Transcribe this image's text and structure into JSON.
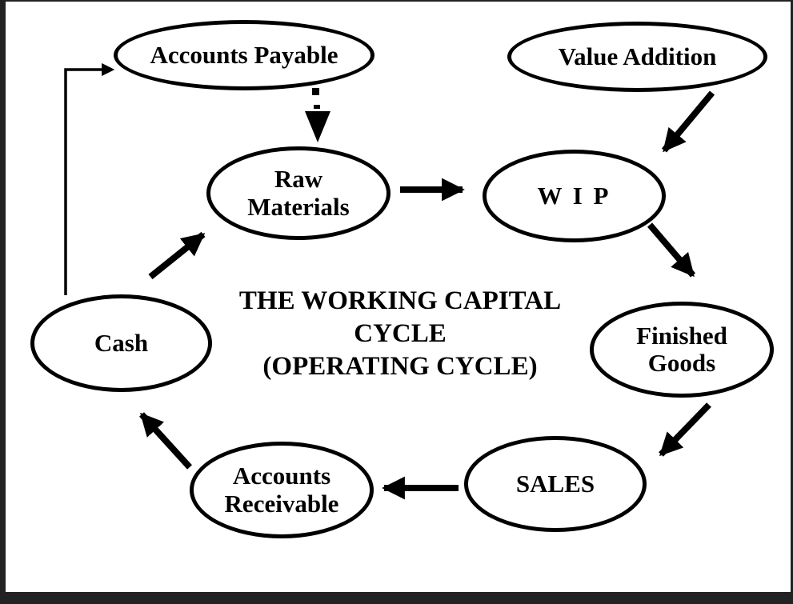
{
  "diagram": {
    "title": {
      "line1": "THE WORKING CAPITAL",
      "line2": "CYCLE",
      "line3": "(OPERATING CYCLE)"
    },
    "nodes": {
      "accounts_payable": {
        "label": "Accounts Payable"
      },
      "value_addition": {
        "label": "Value Addition"
      },
      "raw_materials": {
        "label": "Raw Materials"
      },
      "wip": {
        "label": "W I P"
      },
      "cash": {
        "label": "Cash"
      },
      "finished_goods": {
        "label": "Finished Goods"
      },
      "accounts_receivable": {
        "label": "Accounts Receivable"
      },
      "sales": {
        "label": "SALES"
      }
    },
    "edges": [
      {
        "from": "value_addition",
        "to": "wip",
        "style": "solid-thick"
      },
      {
        "from": "raw_materials",
        "to": "wip",
        "style": "solid-thick"
      },
      {
        "from": "wip",
        "to": "finished_goods",
        "style": "solid-thick"
      },
      {
        "from": "finished_goods",
        "to": "sales",
        "style": "solid-thick"
      },
      {
        "from": "sales",
        "to": "accounts_receivable",
        "style": "solid-thick"
      },
      {
        "from": "accounts_receivable",
        "to": "cash",
        "style": "solid-thick"
      },
      {
        "from": "cash",
        "to": "raw_materials",
        "style": "solid-thick"
      },
      {
        "from": "cash",
        "to": "accounts_payable",
        "style": "thin-elbow"
      },
      {
        "from": "accounts_payable",
        "to": "raw_materials",
        "style": "dotted"
      }
    ],
    "colors": {
      "ink": "#000000",
      "background": "#ffffff",
      "frame": "#222222"
    }
  }
}
